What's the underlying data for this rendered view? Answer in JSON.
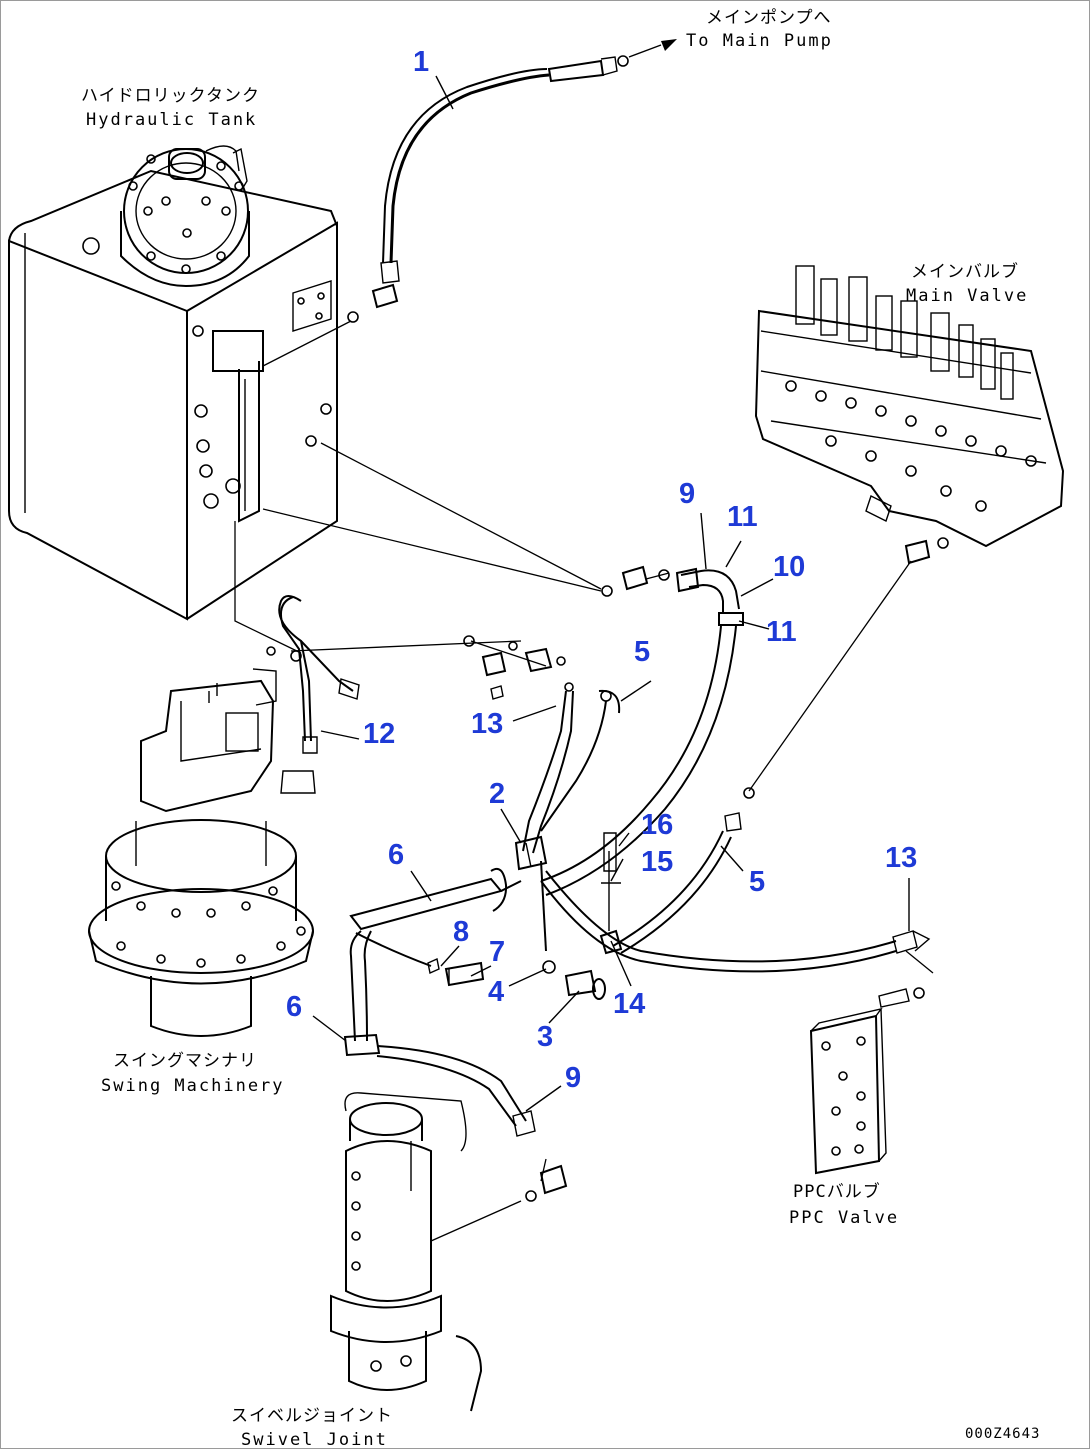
{
  "labels": {
    "main_pump_jp": "メインポンプへ",
    "main_pump_en": "To Main Pump",
    "hydraulic_tank_jp": "ハイドロリックタンク",
    "hydraulic_tank_en": "Hydraulic Tank",
    "main_valve_jp": "メインバルブ",
    "main_valve_en": "Main Valve",
    "swing_machinery_jp": "スイングマシナリ",
    "swing_machinery_en": "Swing Machinery",
    "ppc_valve_jp": "PPCバルブ",
    "ppc_valve_en": "PPC Valve",
    "swivel_joint_jp": "スイベルジョイント",
    "swivel_joint_en": "Swivel Joint"
  },
  "callouts": {
    "c1": "1",
    "c2": "2",
    "c3": "3",
    "c4": "4",
    "c5a": "5",
    "c5b": "5",
    "c6a": "6",
    "c6b": "6",
    "c7": "7",
    "c8": "8",
    "c9a": "9",
    "c9b": "9",
    "c10": "10",
    "c11a": "11",
    "c11b": "11",
    "c12": "12",
    "c13a": "13",
    "c13b": "13",
    "c14": "14",
    "c15": "15",
    "c16": "16"
  },
  "drawing_code": "000Z4643",
  "colors": {
    "callout": "#1e3ad6",
    "line": "#000000"
  }
}
